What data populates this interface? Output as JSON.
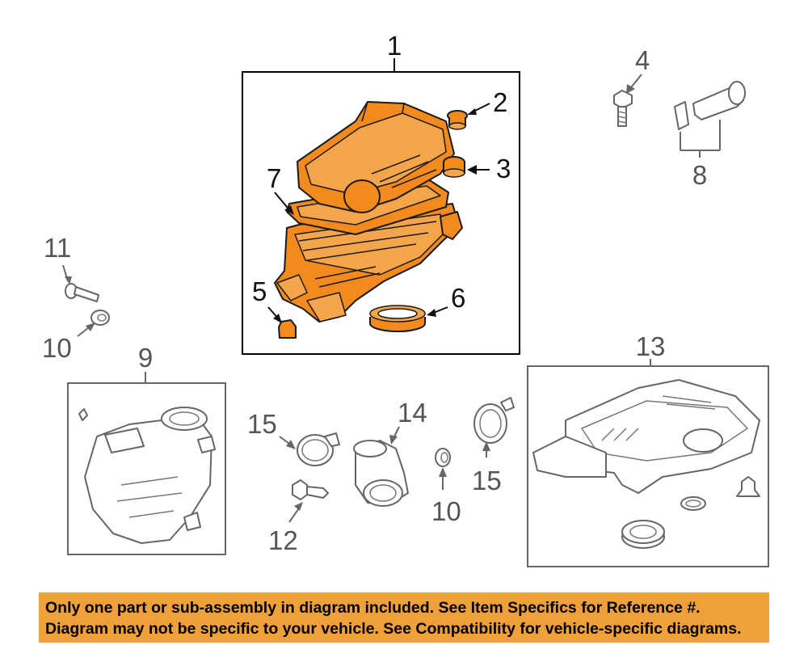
{
  "callouts": {
    "c1": "1",
    "c2": "2",
    "c3": "3",
    "c4": "4",
    "c5": "5",
    "c6": "6",
    "c7": "7",
    "c8": "8",
    "c9": "9",
    "c10a": "10",
    "c10b": "10",
    "c11": "11",
    "c12": "12",
    "c13": "13",
    "c14": "14",
    "c15a": "15",
    "c15b": "15"
  },
  "notice": {
    "line1": "Only one part or sub-assembly in diagram included. See Item Specifics for Reference #.",
    "line2": "Diagram may not be specific to your vehicle. See Compatibility for vehicle-specific diagrams."
  },
  "colors": {
    "highlight_part": "#f28a1e",
    "notice_background": "#f0a03a",
    "callout_text": "#555555"
  }
}
